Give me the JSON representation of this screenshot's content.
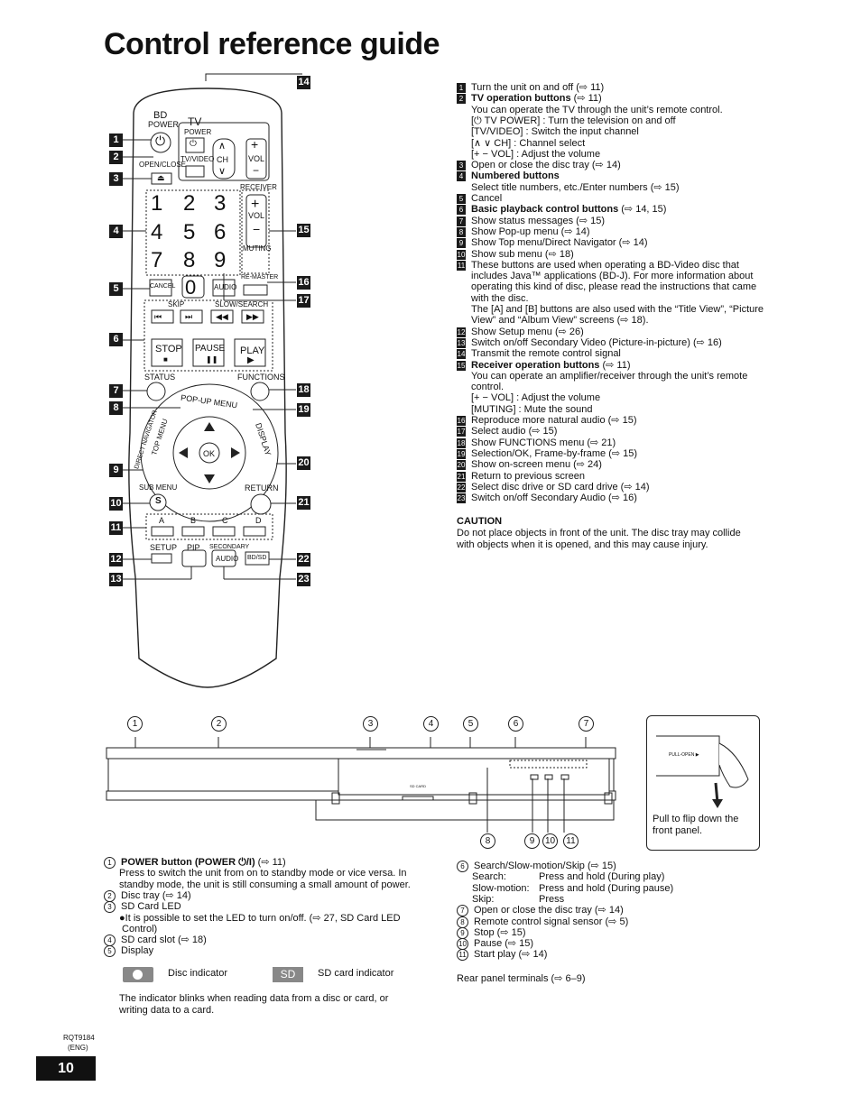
{
  "title": "Control reference guide",
  "remote": {
    "bd": "BD",
    "power": "POWER",
    "tv": "TV",
    "tv_power": "POWER",
    "tv_video": "TV/VIDEO",
    "ch": "CH",
    "vol": "VOL",
    "open_close": "OPEN/CLOSE",
    "receiver": "RECEIVER",
    "muting": "MUTING",
    "keys": [
      "1",
      "2",
      "3",
      "4",
      "5",
      "6",
      "7",
      "8",
      "9",
      "0"
    ],
    "cancel": "CANCEL",
    "audio": "AUDIO",
    "remaster": "RE-MASTER",
    "skip": "SKIP",
    "slow_search": "SLOW/SEARCH",
    "stop": "STOP",
    "pause": "PAUSE",
    "play": "PLAY",
    "status": "STATUS",
    "functions": "FUNCTIONS",
    "popup_menu": "POP-UP MENU",
    "direct_navigator": "DIRECT NAVIGATOR",
    "top_menu": "TOP MENU",
    "display": "DISPLAY",
    "ok": "OK",
    "sub_menu": "SUB MENU",
    "return": "RETURN",
    "s": "S",
    "colors": [
      "A",
      "B",
      "C",
      "D"
    ],
    "setup": "SETUP",
    "pip": "PIP",
    "secondary": "SECONDARY",
    "sec_audio": "AUDIO",
    "bdsd": "BD/SD"
  },
  "callouts_left": [
    "1",
    "2",
    "3",
    "4",
    "5",
    "6",
    "7",
    "8",
    "9",
    "10",
    "11",
    "12",
    "13"
  ],
  "callouts_right": [
    "14",
    "15",
    "16",
    "17",
    "18",
    "19",
    "20",
    "21",
    "22",
    "23"
  ],
  "list": [
    {
      "n": "1",
      "text": "Turn the unit on and off (⇨ 11)"
    },
    {
      "n": "2",
      "text": "TV operation buttons (⇨ 11)",
      "bold": "TV operation buttons"
    },
    {
      "n": "",
      "text": "You can operate the TV through the unit’s remote control."
    },
    {
      "n": "",
      "text": "[⏻ TV POWER] : Turn the television on and off"
    },
    {
      "n": "",
      "text": "[TV/VIDEO] : Switch the input channel"
    },
    {
      "n": "",
      "text": "[∧ ∨ CH] : Channel select"
    },
    {
      "n": "",
      "text": "[+ − VOL] : Adjust the volume"
    },
    {
      "n": "3",
      "text": "Open or close the disc tray (⇨ 14)"
    },
    {
      "n": "4",
      "text": "Numbered buttons",
      "bold": "Numbered buttons"
    },
    {
      "n": "",
      "text": "Select title numbers, etc./Enter numbers (⇨ 15)"
    },
    {
      "n": "5",
      "text": "Cancel"
    },
    {
      "n": "6",
      "text": "Basic playback control buttons (⇨ 14, 15)",
      "bold": "Basic playback control buttons"
    },
    {
      "n": "7",
      "text": "Show status messages (⇨ 15)"
    },
    {
      "n": "8",
      "text": "Show Pop-up menu (⇨ 14)"
    },
    {
      "n": "9",
      "text": "Show Top menu/Direct Navigator (⇨ 14)"
    },
    {
      "n": "10",
      "text": "Show sub menu (⇨ 18)"
    },
    {
      "n": "11",
      "text": "These buttons are used when operating a BD-Video disc that"
    },
    {
      "n": "",
      "text": "includes Java™ applications (BD-J). For more information about"
    },
    {
      "n": "",
      "text": "operating this kind of disc, please read the instructions that came"
    },
    {
      "n": "",
      "text": "with the disc."
    },
    {
      "n": "",
      "text": "The [A] and [B] buttons are also used with the “Title View”, “Picture"
    },
    {
      "n": "",
      "text": "View” and “Album View” screens (⇨ 18)."
    },
    {
      "n": "12",
      "text": "Show Setup menu (⇨ 26)"
    },
    {
      "n": "13",
      "text": "Switch on/off Secondary Video (Picture-in-picture) (⇨ 16)"
    },
    {
      "n": "14",
      "text": "Transmit the remote control signal"
    },
    {
      "n": "15",
      "text": "Receiver operation buttons (⇨ 11)",
      "bold": "Receiver operation buttons"
    },
    {
      "n": "",
      "text": "You can operate an amplifier/receiver through the unit’s remote"
    },
    {
      "n": "",
      "text": "control."
    },
    {
      "n": "",
      "text": "[+ − VOL] : Adjust the volume"
    },
    {
      "n": "",
      "text": "[MUTING] : Mute the sound"
    },
    {
      "n": "16",
      "text": "Reproduce more natural audio (⇨ 15)"
    },
    {
      "n": "17",
      "text": "Select audio (⇨ 15)"
    },
    {
      "n": "18",
      "text": "Show FUNCTIONS menu (⇨ 21)"
    },
    {
      "n": "19",
      "text": "Selection/OK, Frame-by-frame (⇨ 15)"
    },
    {
      "n": "20",
      "text": "Show on-screen menu (⇨ 24)"
    },
    {
      "n": "21",
      "text": "Return to previous screen"
    },
    {
      "n": "22",
      "text": "Select disc drive or SD card drive (⇨ 14)"
    },
    {
      "n": "23",
      "text": "Switch on/off Secondary Audio (⇨ 16)"
    }
  ],
  "caution": {
    "heading": "CAUTION",
    "line1": "Do not place objects in front of the unit. The disc tray may collide",
    "line2": "with objects when it is opened, and this may cause injury."
  },
  "unit": {
    "top_markers": [
      "1",
      "2",
      "3",
      "4",
      "5",
      "6",
      "7"
    ],
    "bottom_markers": [
      "8",
      "9",
      "10",
      "11"
    ],
    "sd_card": "SD CARD",
    "pull_open": "PULL-OPEN ▶",
    "flip_note_1": "Pull to flip down the",
    "flip_note_2": "front panel."
  },
  "left_desc": [
    {
      "c": "1",
      "text": "POWER button (POWER ⏻/I) (⇨ 11)",
      "bold": "POWER button (POWER ⏻/I)"
    },
    {
      "c": "",
      "text": "Press to switch the unit from on to standby mode or vice versa. In"
    },
    {
      "c": "",
      "text": "standby mode, the unit is still consuming a small amount of power."
    },
    {
      "c": "2",
      "text": "Disc tray (⇨ 14)"
    },
    {
      "c": "3",
      "text": "SD Card LED"
    },
    {
      "c": "",
      "text": "●It is possible to set the LED to turn on/off. (⇨ 27, SD Card LED"
    },
    {
      "c": "",
      "text": "  Control)"
    },
    {
      "c": "4",
      "text": "SD card slot (⇨ 18)"
    },
    {
      "c": "5",
      "text": "Display"
    }
  ],
  "indicators": {
    "disc": "Disc indicator",
    "sd_badge": "SD",
    "sd": "SD card indicator",
    "blink1": "The indicator blinks when reading data from a disc or card, or",
    "blink2": "writing data to a card."
  },
  "right_desc": [
    {
      "c": "6",
      "text": "Search/Slow-motion/Skip (⇨ 15)"
    },
    {
      "c": "",
      "k": "Search:",
      "v": "Press and hold (During play)"
    },
    {
      "c": "",
      "k": "Slow-motion:",
      "v": "Press and hold (During pause)"
    },
    {
      "c": "",
      "k": "Skip:",
      "v": "Press"
    },
    {
      "c": "7",
      "text": "Open or close the disc tray (⇨ 14)"
    },
    {
      "c": "8",
      "text": "Remote control signal sensor (⇨ 5)"
    },
    {
      "c": "9",
      "text": "Stop (⇨ 15)"
    },
    {
      "c": "10",
      "text": "Pause (⇨ 15)"
    },
    {
      "c": "11",
      "text": "Start play (⇨ 14)"
    }
  ],
  "rear": "Rear panel terminals (⇨ 6–9)",
  "footer": {
    "code": "RQT9184",
    "lang": "(ENG)",
    "page": "10"
  }
}
